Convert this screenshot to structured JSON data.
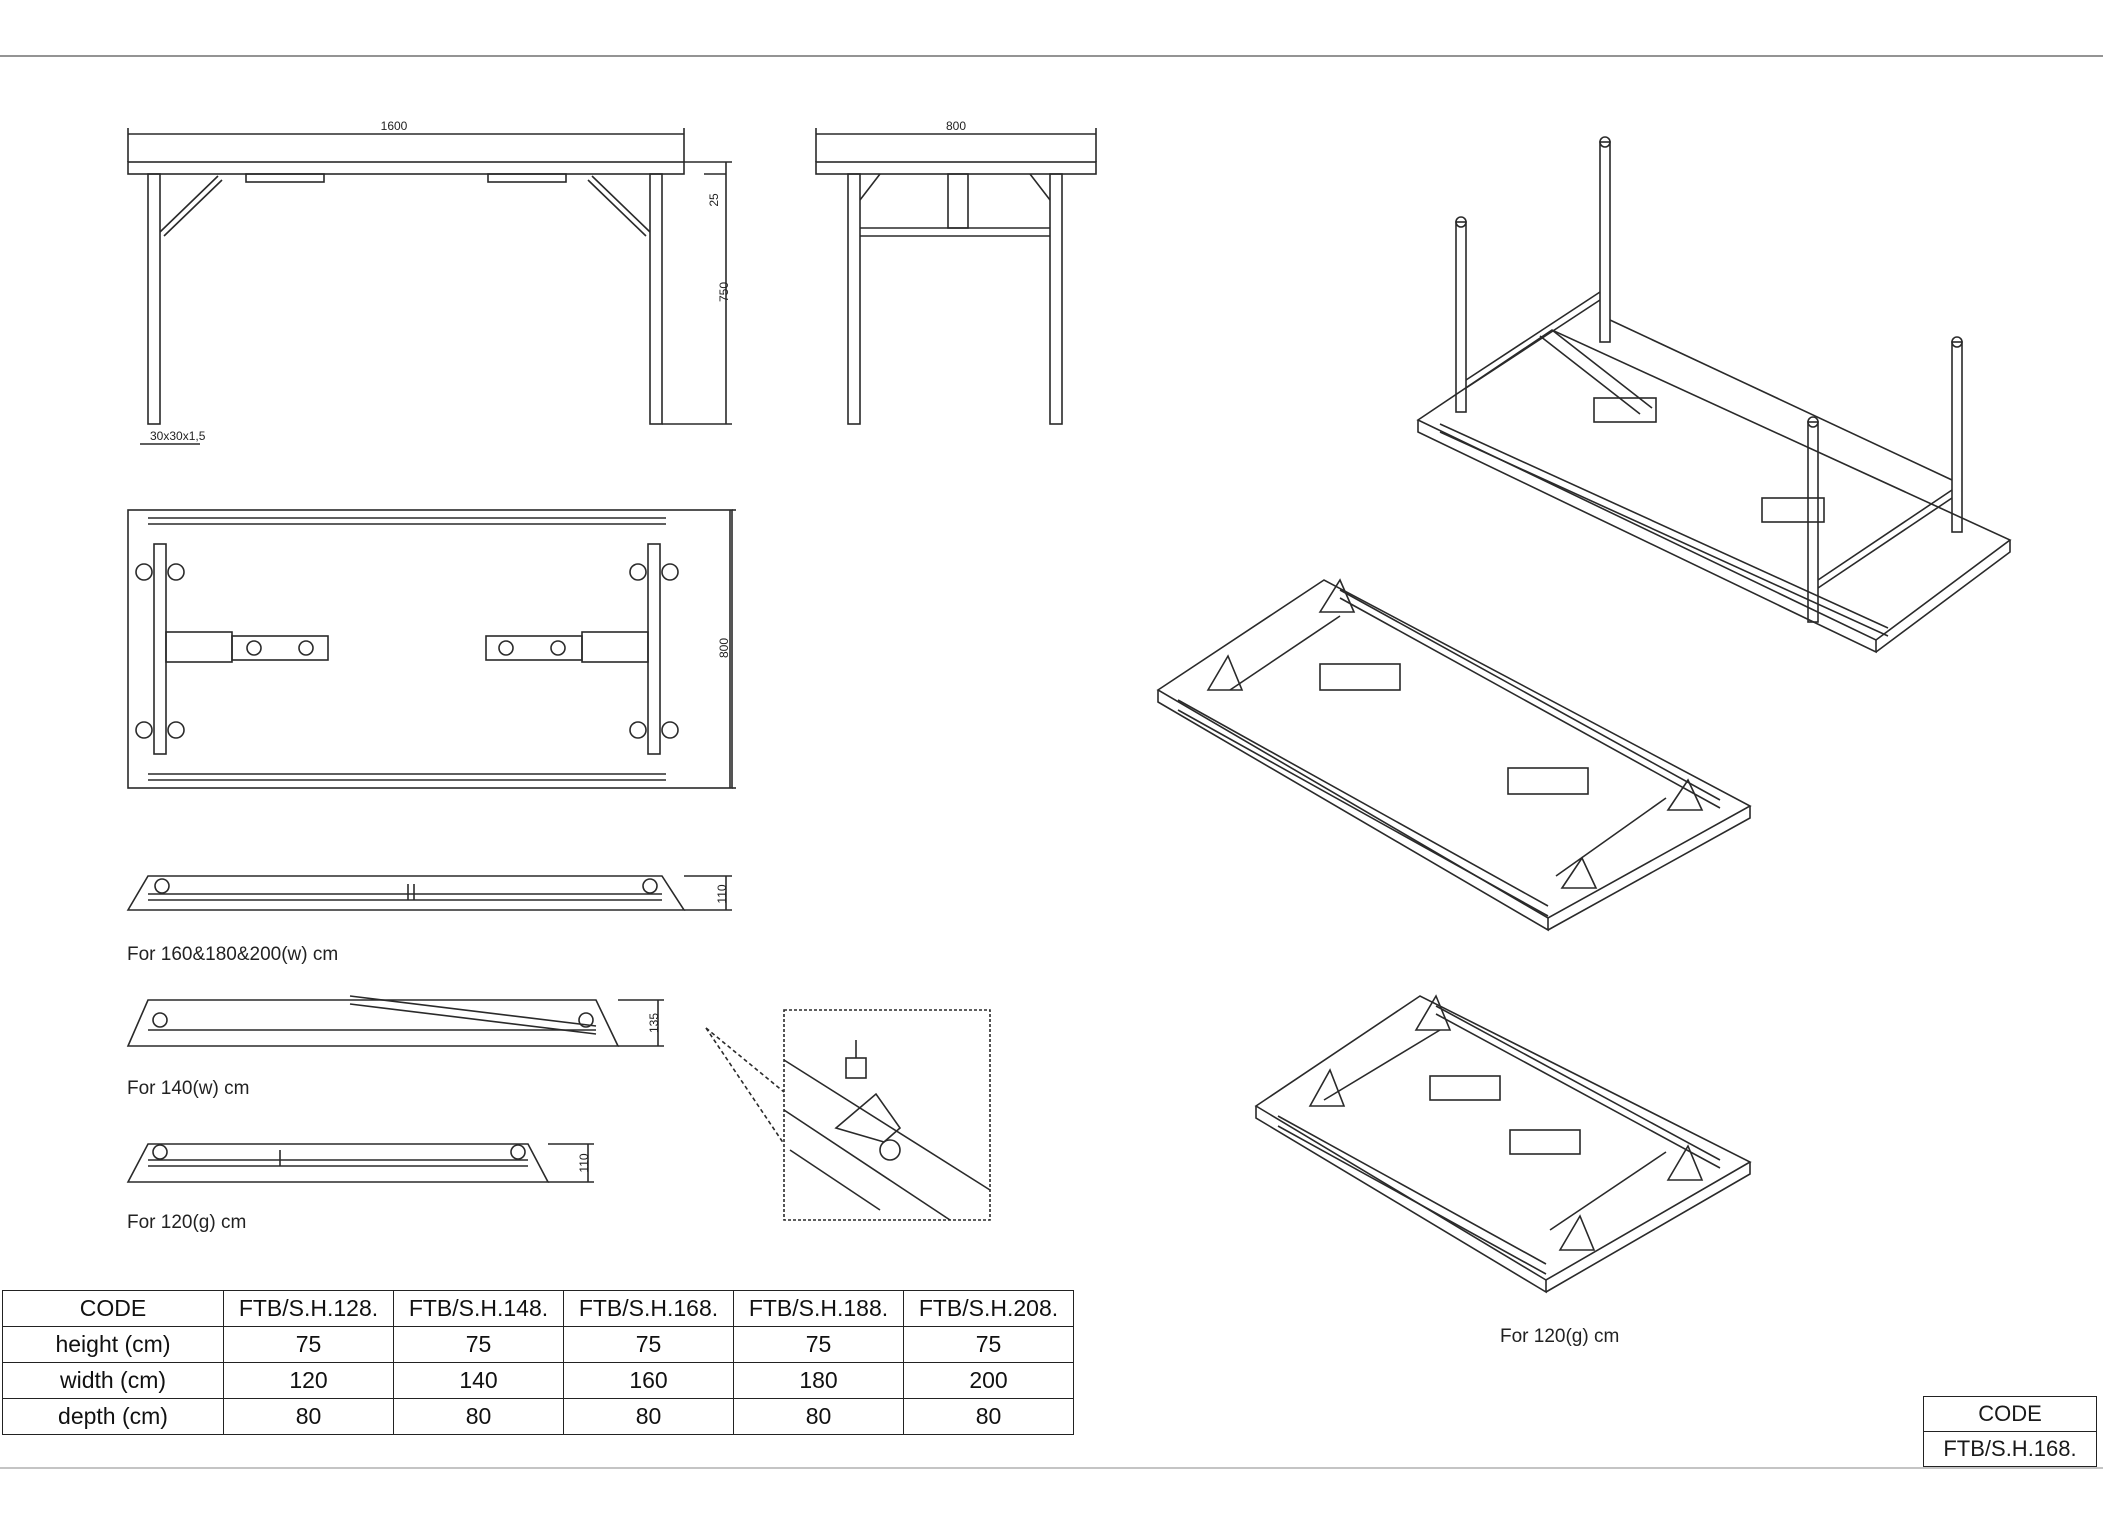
{
  "dimensions": {
    "length": "1600",
    "width": "800",
    "apron": "25",
    "height": "750",
    "tube": "30x30x1,5",
    "plan_width": "800",
    "folded_160": "110",
    "folded_140": "135",
    "folded_120": "110"
  },
  "captions": {
    "folded_160": "For 160&180&200(w) cm",
    "folded_140": "For 140(w) cm",
    "folded_120": "For 120(g) cm",
    "iso_120": "For 120(g) cm"
  },
  "spec_table": {
    "header": [
      "CODE",
      "FTB/S.H.128.",
      "FTB/S.H.148.",
      "FTB/S.H.168.",
      "FTB/S.H.188.",
      "FTB/S.H.208."
    ],
    "rows": [
      {
        "label": "height (cm)",
        "values": [
          "75",
          "75",
          "75",
          "75",
          "75"
        ]
      },
      {
        "label": "width (cm)",
        "values": [
          "120",
          "140",
          "160",
          "180",
          "200"
        ]
      },
      {
        "label": "depth (cm)",
        "values": [
          "80",
          "80",
          "80",
          "80",
          "80"
        ]
      }
    ]
  },
  "code_box": {
    "label": "CODE",
    "value": "FTB/S.H.168."
  }
}
